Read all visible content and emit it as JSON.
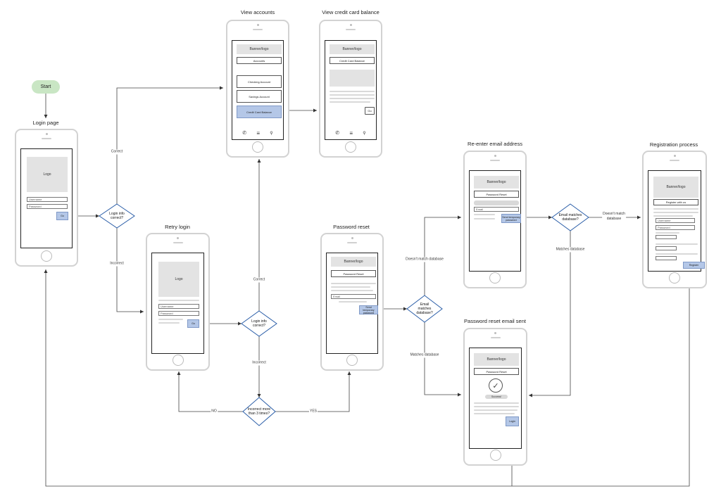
{
  "start": "Start",
  "titles": {
    "login": "Login page",
    "view_accounts": "View accounts",
    "view_cc": "View credit card balance",
    "retry": "Retry login",
    "pwreset": "Password reset",
    "reenter": "Re-enter email address",
    "registration": "Registration process",
    "pwsent": "Password reset email sent"
  },
  "screens": {
    "login": {
      "logo": "Logo",
      "username": "Username",
      "password": "Password",
      "go": "Go"
    },
    "accounts": {
      "banner": "Banner/logo",
      "title": "Accounts",
      "items": [
        "Checking Account",
        "Savings Account",
        "Credit Card Balance"
      ],
      "selected": "Credit Card Balance"
    },
    "cc": {
      "banner": "Banner/logo",
      "title": "Credit Card Balance",
      "go": "Go"
    },
    "retry": {
      "logo": "Logo",
      "username": "Username",
      "password": "Password",
      "go": "Go"
    },
    "pwreset": {
      "banner": "Banner/logo",
      "title": "Password Reset",
      "email": "Email",
      "send": "Send temporary password"
    },
    "reenter": {
      "banner": "Banner/logo",
      "title": "Password Reset",
      "email": "Email",
      "send": "Send temporary password"
    },
    "registration": {
      "banner": "Banner/logo",
      "title": "Register with us",
      "username": "Username",
      "password": "Password",
      "register": "Register"
    },
    "pwsent": {
      "banner": "Banner/logo",
      "title": "Password Reset",
      "success": "Success!",
      "login": "Login"
    }
  },
  "decisions": {
    "d1": "Login info\ncorrect?",
    "d2": "Login info\ncorrect?",
    "d3": "Incorrect more\nthan 3 times?",
    "d4": "Email\nmatches\ndatabase?",
    "d5": "Email matches\ndatabase?"
  },
  "edge_labels": {
    "correct1": "Correct",
    "incorrect1": "Incorrect",
    "correct2": "Correct",
    "incorrect2": "Incorrect",
    "no": "NO",
    "yes": "YES",
    "nomatch1": "Doesn't match database",
    "match1": "Matches database",
    "nomatch2": "Doesn't match\ndatabase",
    "match2": "Matches database"
  },
  "colors": {
    "start": "#c9e6c4",
    "decision_stroke": "#2b5ea8",
    "button": "#b4c7e7",
    "line": "#333333"
  }
}
